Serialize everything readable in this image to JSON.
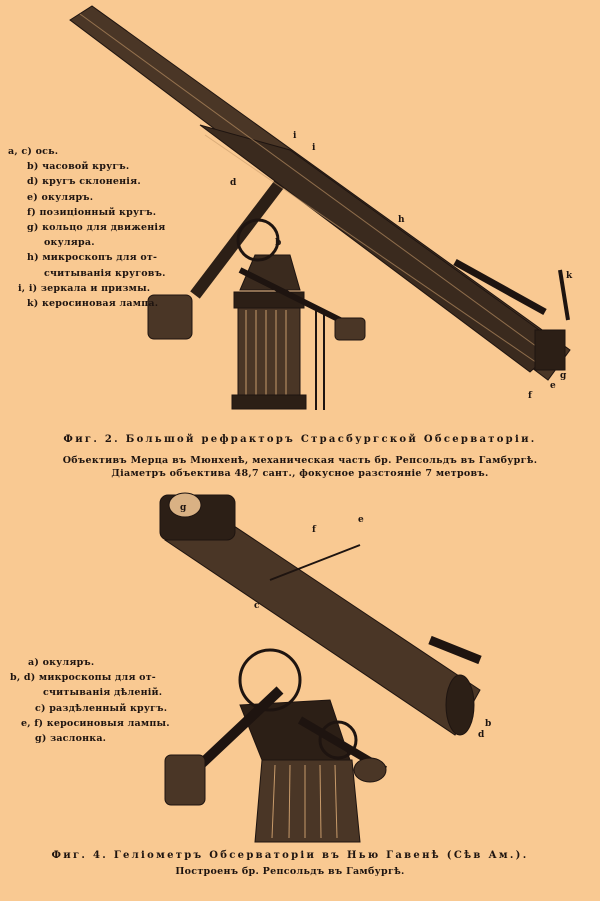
{
  "figure2": {
    "legend": [
      {
        "key": "a, c)",
        "text": "ось."
      },
      {
        "key": "b)",
        "text": "часовой кругъ."
      },
      {
        "key": "d)",
        "text": "кругъ склоненія."
      },
      {
        "key": "e)",
        "text": "окуляръ."
      },
      {
        "key": "f)",
        "text": "позиціонный кругъ."
      },
      {
        "key": "g)",
        "text": "кольцо для движенія"
      },
      {
        "key": "",
        "text": "окуляра."
      },
      {
        "key": "h)",
        "text": "микроскопъ для от-"
      },
      {
        "key": "",
        "text": "считыванія круговъ."
      },
      {
        "key": "i, i)",
        "text": "зеркала и призмы."
      },
      {
        "key": "k)",
        "text": "керосиновая лампа."
      }
    ],
    "title": "Фиг. 2. Большой рефракторъ Страсбургской Обсерваторіи.",
    "subtitle_1": "Объективъ Мерца въ Мюнхенѣ, механическая часть бр. Репсольдъ въ Гамбургѣ.",
    "subtitle_2": "Діаметръ объектива 48,7 сант., фокусное разстояніе 7 метровъ.",
    "drawing_labels": [
      "i",
      "i",
      "d",
      "h",
      "b",
      "k",
      "e",
      "f",
      "g"
    ]
  },
  "figure4": {
    "legend": [
      {
        "key": "a)",
        "text": "окуляръ."
      },
      {
        "key": "b, d)",
        "text": "микроскопы для от-"
      },
      {
        "key": "",
        "text": "считыванія дѣленій."
      },
      {
        "key": "c)",
        "text": "раздѣленный кругъ."
      },
      {
        "key": "e, f)",
        "text": "керосиновыя лампы."
      },
      {
        "key": "g)",
        "text": "заслонка."
      }
    ],
    "title": "Фиг. 4. Геліометръ Обсерваторіи въ Нью Гавенѣ (Сѣв Ам.).",
    "subtitle_1": "Построенъ бр. Репсольдъ въ Гамбургѣ.",
    "drawing_labels": [
      "g",
      "f",
      "e",
      "c",
      "b",
      "d"
    ]
  }
}
